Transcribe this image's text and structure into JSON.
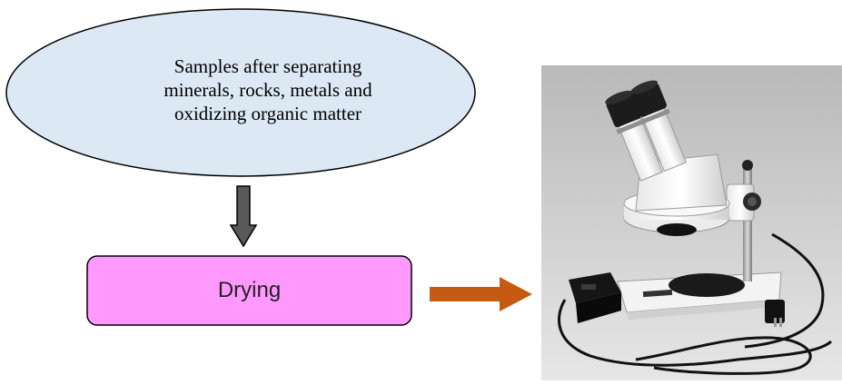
{
  "diagram": {
    "source_node": {
      "lines": [
        "Samples after separating",
        "minerals, rocks, metals and",
        "oxidizing organic matter"
      ],
      "fill": "#dce9f5",
      "stroke": "#000000"
    },
    "process_node": {
      "label": "Drying",
      "fill": "#ff99ff",
      "stroke": "#000000"
    },
    "down_arrow": {
      "fill": "#595959",
      "stroke": "#000000"
    },
    "right_arrow": {
      "fill": "#c55a11"
    },
    "photo": {
      "subject": "stereo-microscope",
      "background": "#d0d0d0"
    }
  }
}
